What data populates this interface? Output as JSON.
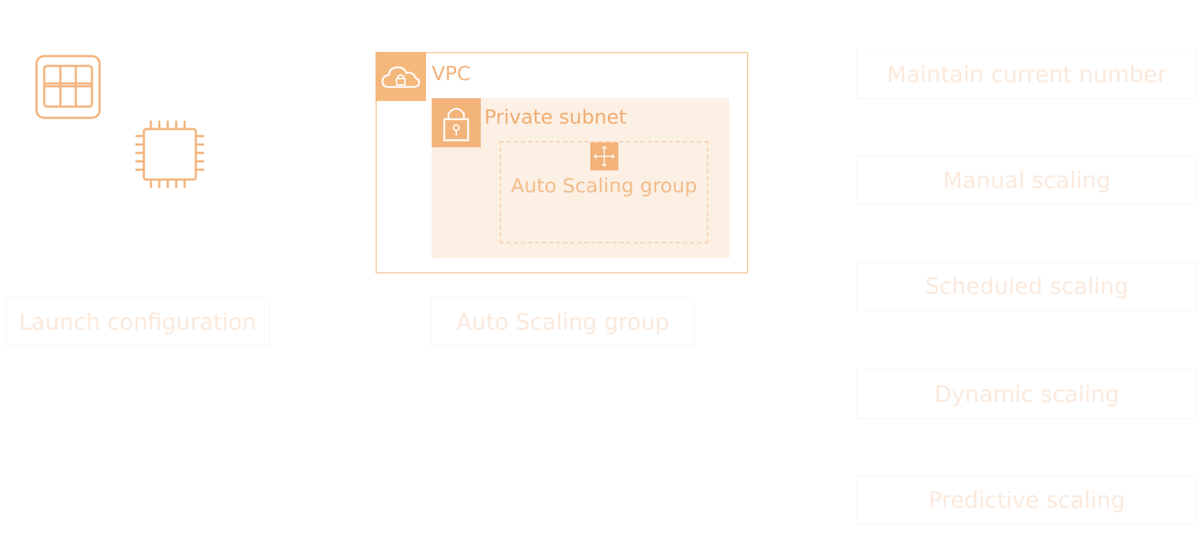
{
  "vpc": {
    "label": "VPC"
  },
  "subnet": {
    "label": "Private subnet"
  },
  "asg_inner": {
    "label": "Auto Scaling group"
  },
  "launch_config": {
    "label": "Launch configuration"
  },
  "asg_box": {
    "label": "Auto Scaling group"
  },
  "options": [
    {
      "label": "Maintain current number"
    },
    {
      "label": "Manual scaling"
    },
    {
      "label": "Scheduled scaling"
    },
    {
      "label": "Dynamic scaling"
    },
    {
      "label": "Predictive scaling"
    }
  ],
  "icons": {
    "launch_template": "launch-template-icon",
    "instance": "ec2-instance-chip-icon",
    "vpc": "cloud-lock-icon",
    "subnet": "padlock-icon",
    "asg": "auto-scaling-arrows-icon"
  },
  "colors": {
    "accent": "#f4b87d",
    "subnet_fill": "#fcefe4",
    "faded_text": "#fbe9dc"
  }
}
